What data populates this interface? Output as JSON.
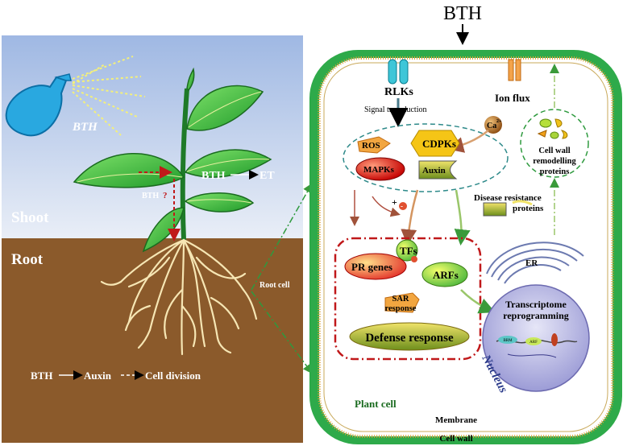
{
  "title": "BTH",
  "plant": {
    "spray_label": "BTH",
    "bth_et": "BTH",
    "et": "ET",
    "bth_question": "BTH",
    "question_mark": "?",
    "shoot_label": "Shoot",
    "root_label": "Root",
    "root_cell_label": "Root cell",
    "auxin_line": {
      "bth": "BTH",
      "auxin": "Auxin",
      "division": "Cell division"
    }
  },
  "cell": {
    "rlks": "RLKs",
    "signal_transduction": "Signal transduction",
    "ion_flux": "Ion flux",
    "ca": "Ca",
    "ca_sup": "2+",
    "ros": "ROS",
    "cdpks": "CDPKs",
    "mapks": "MAPKs",
    "auxin": "Auxin",
    "plus": "+",
    "minus": "-",
    "cell_wall_remodelling": [
      "Cell wall",
      "remodelling",
      "proteins"
    ],
    "disease_resistance": [
      "Disease resistance",
      "proteins"
    ],
    "tfs": "TFs",
    "pr_genes": "PR genes",
    "arfs": "ARFs",
    "sar": [
      "SAR",
      "response"
    ],
    "defense_response": "Defense response",
    "er": "ER",
    "transcriptome": [
      "Transcriptome",
      "reprogramming"
    ],
    "nucleus": "Nucleus",
    "plant_cell": "Plant cell",
    "membrane": "Membrane",
    "cell_wall": "Cell wall",
    "nuc_tags": [
      "BRM",
      "ARF"
    ]
  },
  "colors": {
    "sky": "#b7c9e8",
    "soil": "#8b5a2b",
    "cell_wall": "#2eaa4a",
    "accent_red": "#c0181a"
  }
}
